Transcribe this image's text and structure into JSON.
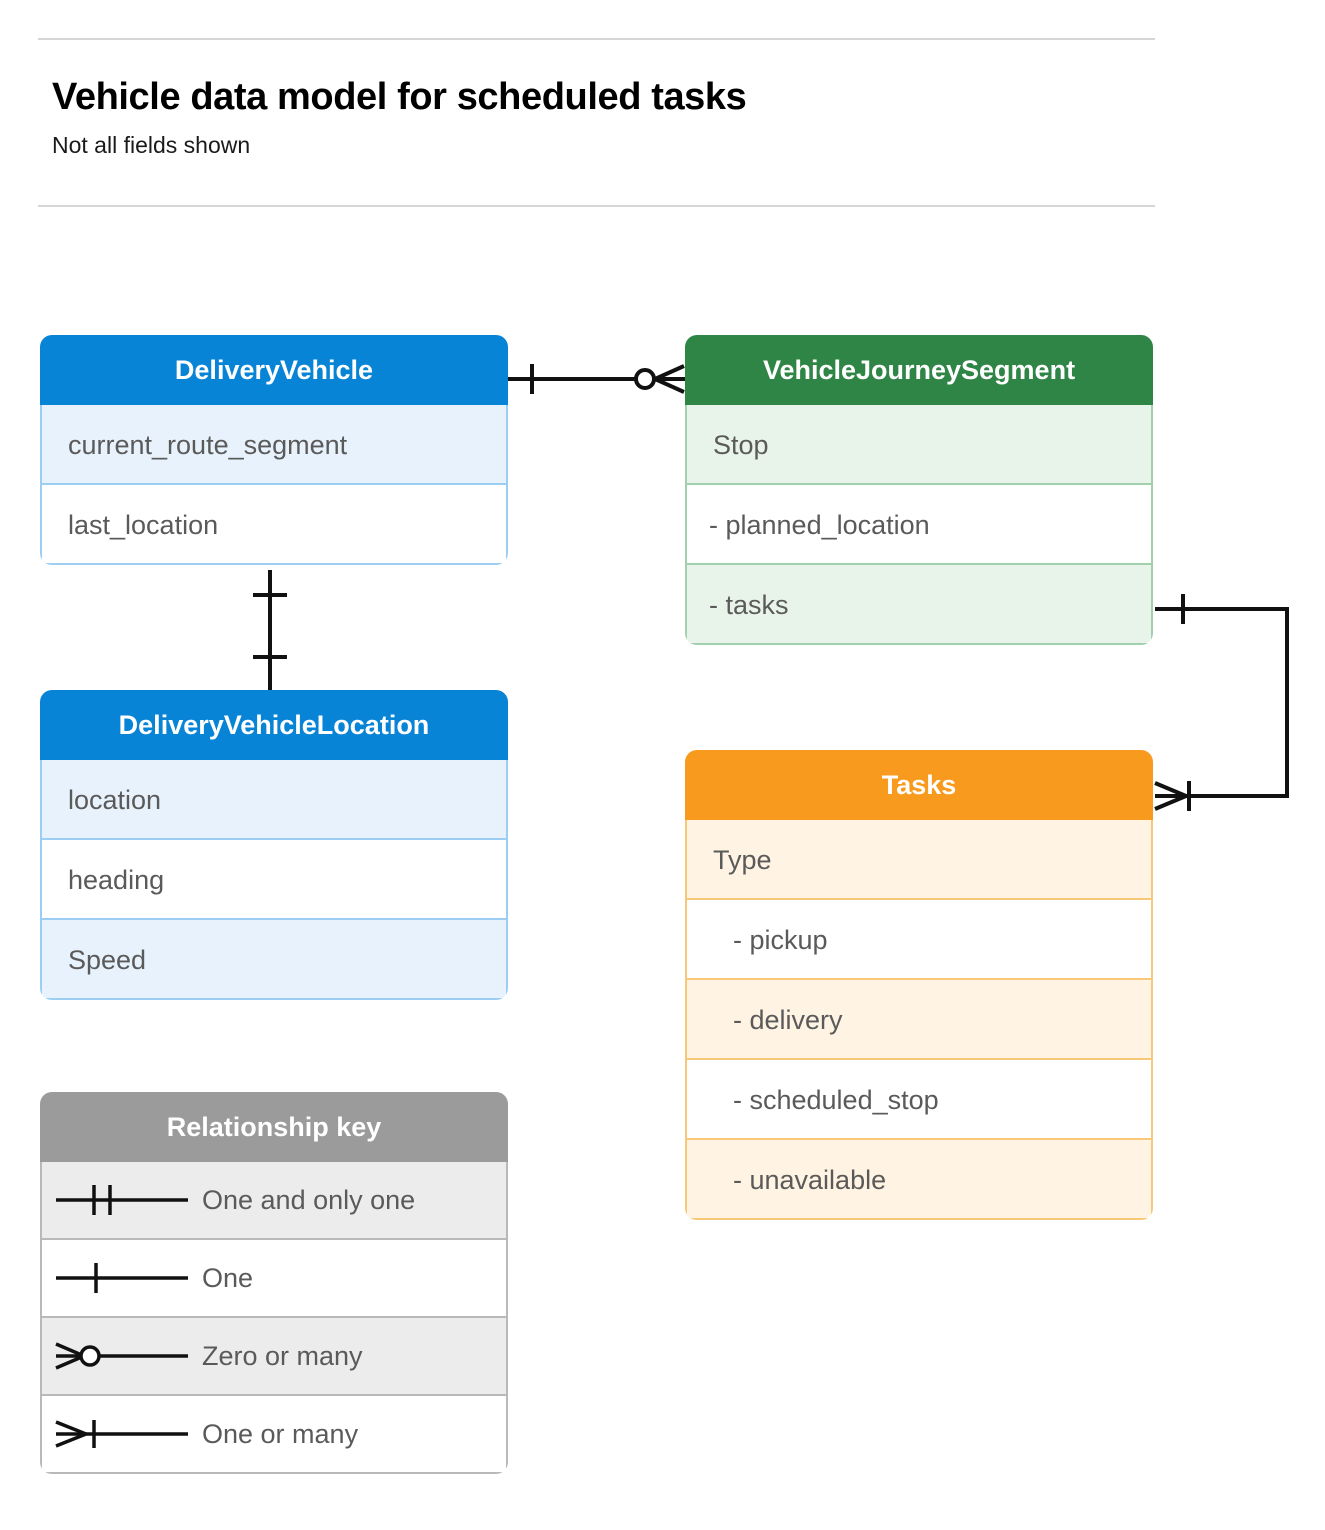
{
  "header": {
    "title": "Vehicle data model for scheduled tasks",
    "subtitle": "Not all fields shown"
  },
  "colors": {
    "blue_header": "#0884d6",
    "blue_row_tint": "#e8f2fc",
    "blue_border": "#9ccdf2",
    "green_header": "#2f8546",
    "green_row_tint": "#e8f4ea",
    "green_border": "#a2d0ac",
    "orange_header": "#f79a1e",
    "orange_row_tint": "#fff4e3",
    "orange_border": "#f8c777",
    "gray_header": "#9b9b9b",
    "gray_row_tint": "#ececec",
    "gray_border": "#b9b9b9",
    "rule": "#d6d6d6",
    "connector": "#111111",
    "field_text": "#5a5a5a"
  },
  "entities": {
    "delivery_vehicle": {
      "name": "DeliveryVehicle",
      "fields": [
        {
          "label": "current_route_segment"
        },
        {
          "label": "last_location"
        }
      ]
    },
    "vehicle_journey_segment": {
      "name": "VehicleJourneySegment",
      "fields": [
        {
          "label": "Stop"
        },
        {
          "label": "-  planned_location"
        },
        {
          "label": "- tasks"
        }
      ]
    },
    "delivery_vehicle_location": {
      "name": "DeliveryVehicleLocation",
      "fields": [
        {
          "label": "location"
        },
        {
          "label": "heading"
        },
        {
          "label": "Speed"
        }
      ]
    },
    "tasks": {
      "name": "Tasks",
      "fields": [
        {
          "label": "Type"
        },
        {
          "label": "-  pickup"
        },
        {
          "label": "-  delivery"
        },
        {
          "label": "-  scheduled_stop"
        },
        {
          "label": "-  unavailable"
        }
      ]
    }
  },
  "legend": {
    "title": "Relationship key",
    "items": [
      {
        "label": "One and only one",
        "symbol": "one-and-only-one-symbol"
      },
      {
        "label": "One",
        "symbol": "one-symbol"
      },
      {
        "label": "Zero or many",
        "symbol": "zero-or-many-symbol"
      },
      {
        "label": "One or many",
        "symbol": "one-or-many-symbol"
      }
    ]
  },
  "relationships": [
    {
      "from": "DeliveryVehicle",
      "to": "VehicleJourneySegment",
      "from_cardinality": "One",
      "to_cardinality": "Zero or many"
    },
    {
      "from": "DeliveryVehicle",
      "to": "DeliveryVehicleLocation",
      "from_cardinality": "One",
      "to_cardinality": "One"
    },
    {
      "from": "VehicleJourneySegment.tasks",
      "to": "Tasks",
      "from_cardinality": "One",
      "to_cardinality": "One or many"
    }
  ]
}
